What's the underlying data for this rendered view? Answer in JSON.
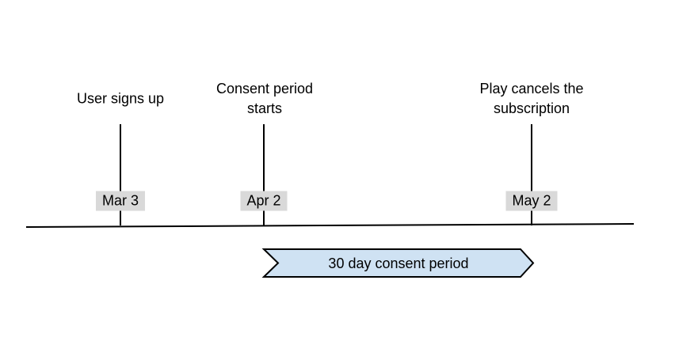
{
  "diagram": {
    "events": [
      {
        "label": "User signs up",
        "date": "Mar 3"
      },
      {
        "label": "Consent period starts",
        "date": "Apr 2"
      },
      {
        "label": "Play cancels the subscription",
        "date": "May 2"
      }
    ],
    "period": {
      "label": "30 day consent period"
    },
    "colors": {
      "period_fill": "#cfe2f3",
      "period_border": "#000000",
      "badge_bg": "#d9d9d9",
      "line": "#000000",
      "text": "#000000"
    }
  }
}
